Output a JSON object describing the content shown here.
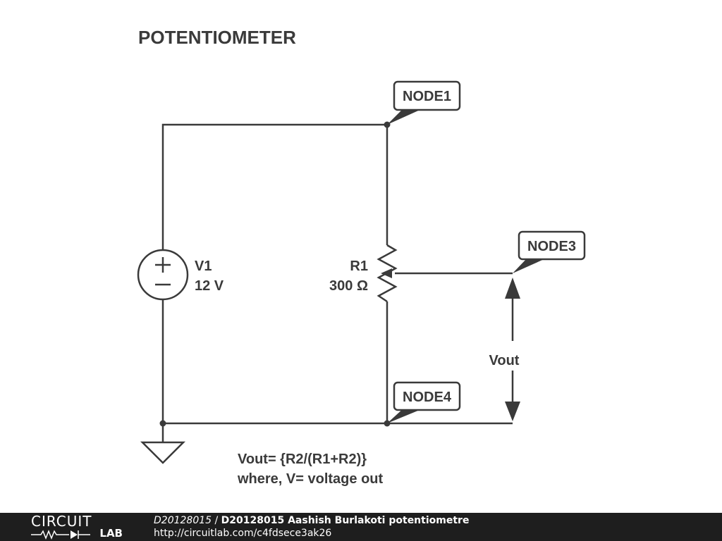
{
  "title": "POTENTIOMETER",
  "components": {
    "source": {
      "name": "V1",
      "value": "12 V"
    },
    "resistor": {
      "name": "R1",
      "value": "300 Ω"
    }
  },
  "node_labels": {
    "node1": "NODE1",
    "node3": "NODE3",
    "node4": "NODE4"
  },
  "output_label": "Vout",
  "notes": {
    "line1": "Vout= {R2/(R1+R2)}",
    "line2": "where, V= voltage out"
  },
  "footer": {
    "logo_top": "CIRCUIT",
    "logo_bottom": "LAB",
    "user": "D20128015",
    "separator": " / ",
    "circuit_name": "D20128015 Aashish Burlakoti potentiometre",
    "url": "http://circuitlab.com/c4fdsece3ak26"
  },
  "colors": {
    "ink": "#3a3a3a",
    "footer_bg": "#1e1e1e",
    "footer_text": "#ffffff"
  }
}
